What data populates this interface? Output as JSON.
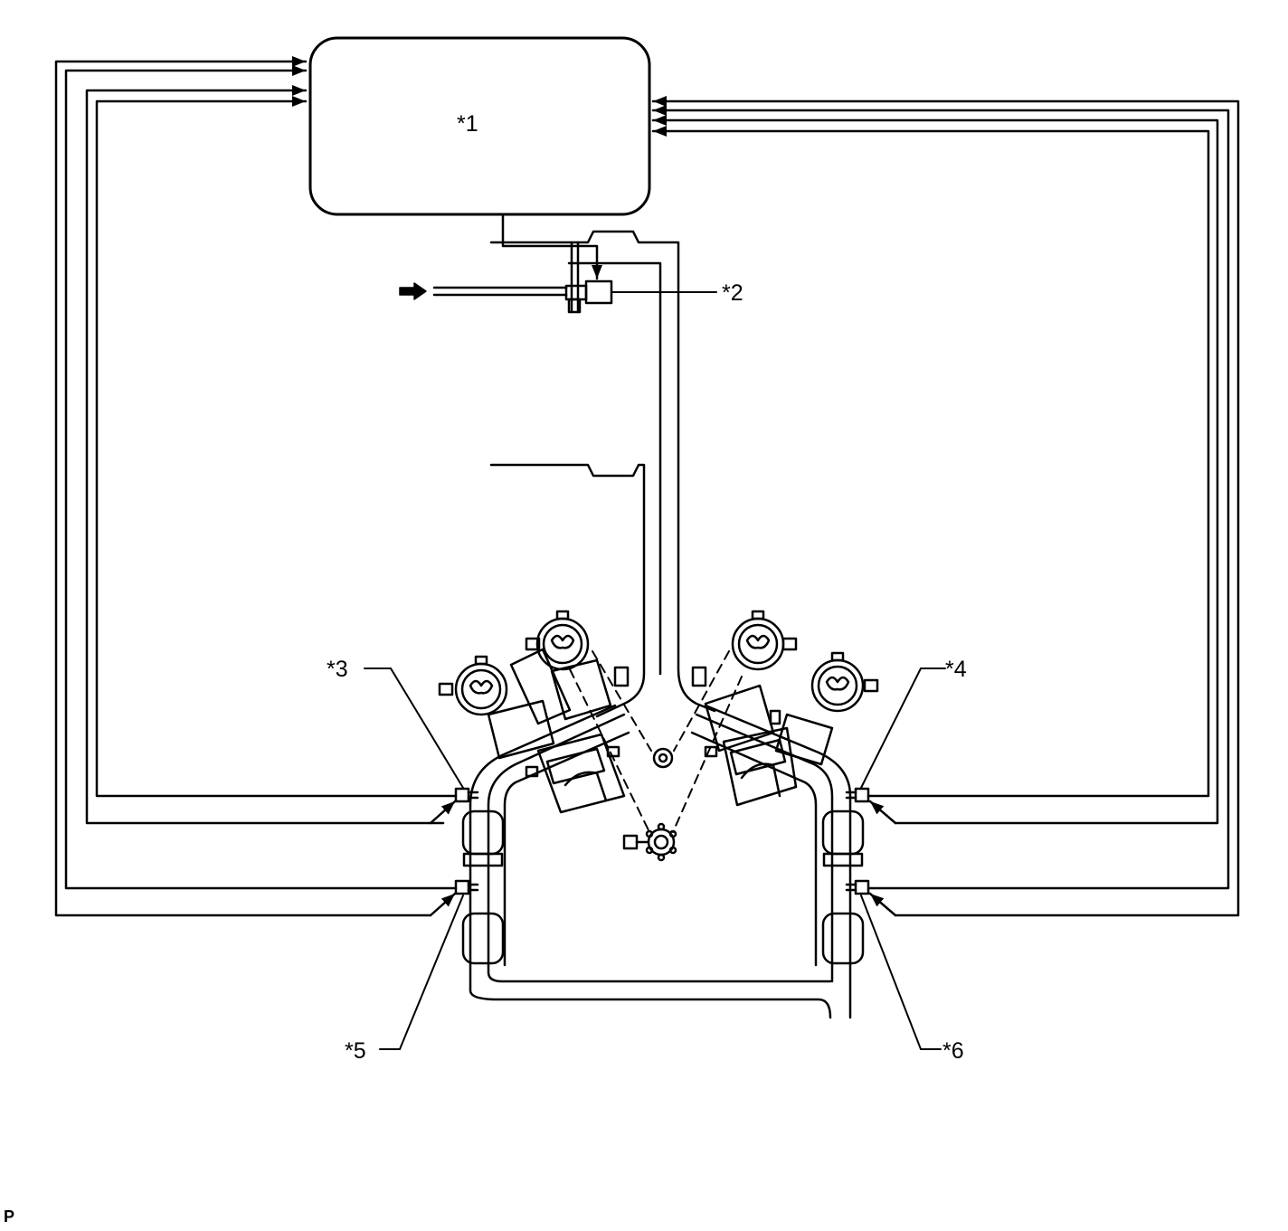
{
  "labels": {
    "ecm": "*1",
    "vsv": "*2",
    "sensor_b1s1": "*3",
    "sensor_b2s1": "*4",
    "sensor_b1s2": "*5",
    "sensor_b2s2": "*6"
  },
  "corner_code": "P",
  "colors": {
    "line": "#000000",
    "background": "#ffffff"
  },
  "icons": {
    "arrow": "flow-arrow-icon",
    "injector": "fuel-injector-icon",
    "sensor": "oxygen-sensor-icon",
    "converter": "catalytic-converter-icon"
  }
}
